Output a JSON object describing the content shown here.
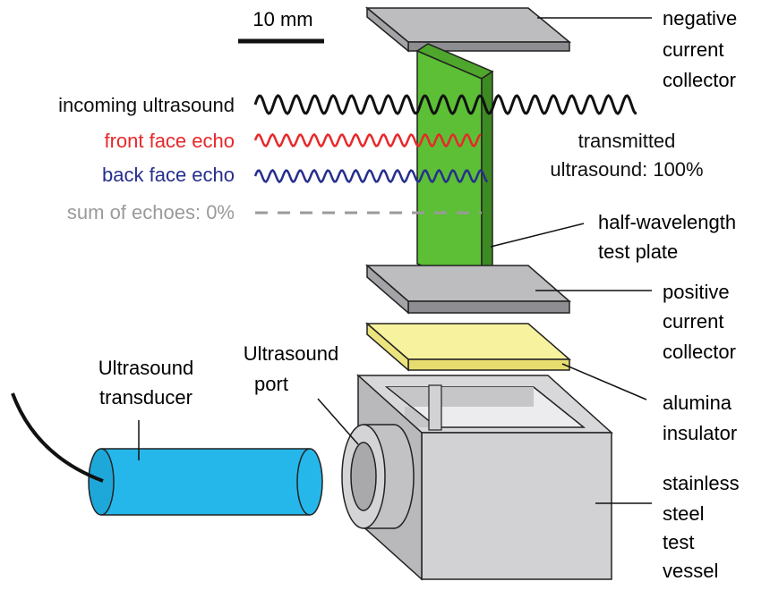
{
  "scale_bar": {
    "label": "10 mm"
  },
  "waves": {
    "incoming": {
      "label": "incoming ultrasound",
      "color": "#111111"
    },
    "front": {
      "label": "front face echo",
      "color": "#e8282a"
    },
    "back": {
      "label": "back face echo",
      "color": "#262f8c"
    },
    "sum": {
      "label": "sum of echoes: 0%",
      "color": "#9a9a9a"
    }
  },
  "callouts": {
    "neg_collector": {
      "line1": "negative",
      "line2": "current",
      "line3": "collector"
    },
    "transmitted": {
      "line1": "transmitted",
      "line2": "ultrasound: 100%"
    },
    "test_plate": {
      "line1": "half-wavelength",
      "line2": "test plate"
    },
    "pos_collector": {
      "line1": "positive",
      "line2": "current",
      "line3": "collector"
    },
    "insulator": {
      "line1": "alumina",
      "line2": "insulator"
    },
    "vessel": {
      "line1": "stainless",
      "line2": "steel",
      "line3": "test",
      "line4": "vessel"
    },
    "transducer": {
      "line1": "Ultrasound",
      "line2": "transducer"
    },
    "port": {
      "line1": "Ultrasound",
      "line2": "port"
    }
  },
  "colors": {
    "collector_fill": "#bdbdc0",
    "plate_fill": "#5cbf35",
    "insulator_fill": "#f7f29e",
    "vessel_fill": "#d2d2d4",
    "transducer_fill": "#25b7ea"
  }
}
